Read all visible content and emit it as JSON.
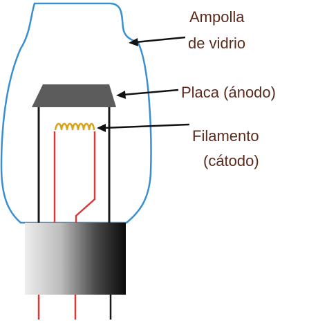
{
  "labels": {
    "bulb": [
      "Ampolla",
      "de vidrio"
    ],
    "plate": "Placa (ánodo)",
    "filament": [
      "Filamento",
      "(cátodo)"
    ]
  },
  "colors": {
    "glass": "#3a8fd0",
    "plate": "#5c5c5c",
    "leads": "#d83a3a",
    "filament": "#d9a21a",
    "text": "#5a2a1c",
    "base_light": "#e8e8e8",
    "base_dark": "#101010"
  }
}
